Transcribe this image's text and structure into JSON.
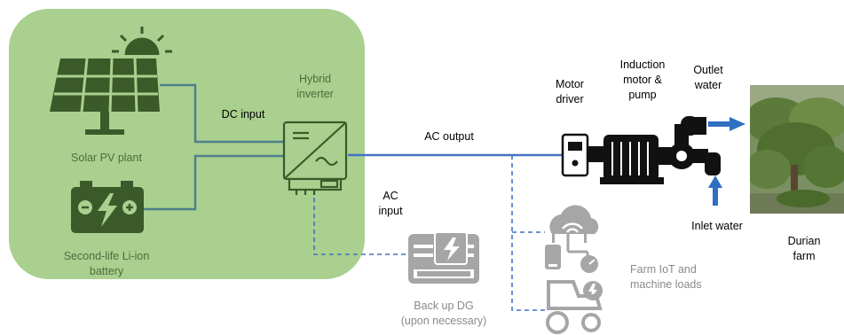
{
  "colors": {
    "panel_bg": "#a9d08e",
    "icon_dark": "#3b5a2a",
    "cable": "#4f7f8a",
    "ac_line": "#4472c4",
    "grey_icon": "#a6a6a6",
    "arrow_blue": "#2f6fc1"
  },
  "labels": {
    "solar": "Solar PV plant",
    "battery_line1": "Second-life Li-ion",
    "battery_line2": "battery",
    "inverter_line1": "Hybrid",
    "inverter_line2": "inverter",
    "dc_input": "DC input",
    "ac_output": "AC output",
    "ac_input_line1": "AC",
    "ac_input_line2": "input",
    "dg_line1": "Back up DG",
    "dg_line2": "(upon necessary)",
    "motor_driver_line1": "Motor",
    "motor_driver_line2": "driver",
    "induction_line1": "Induction",
    "induction_line2": "motor &",
    "induction_line3": "pump",
    "outlet_line1": "Outlet",
    "outlet_line2": "water",
    "inlet": "Inlet water",
    "farm_line1": "Durian",
    "farm_line2": "farm",
    "iot_line1": "Farm IoT and",
    "iot_line2": "machine loads"
  },
  "icons": [
    "solar-panel-icon",
    "sun-icon",
    "battery-icon",
    "inverter-icon",
    "generator-icon",
    "motor-driver-icon",
    "motor-pump-icon",
    "cloud-iot-icon",
    "tractor-icon"
  ]
}
